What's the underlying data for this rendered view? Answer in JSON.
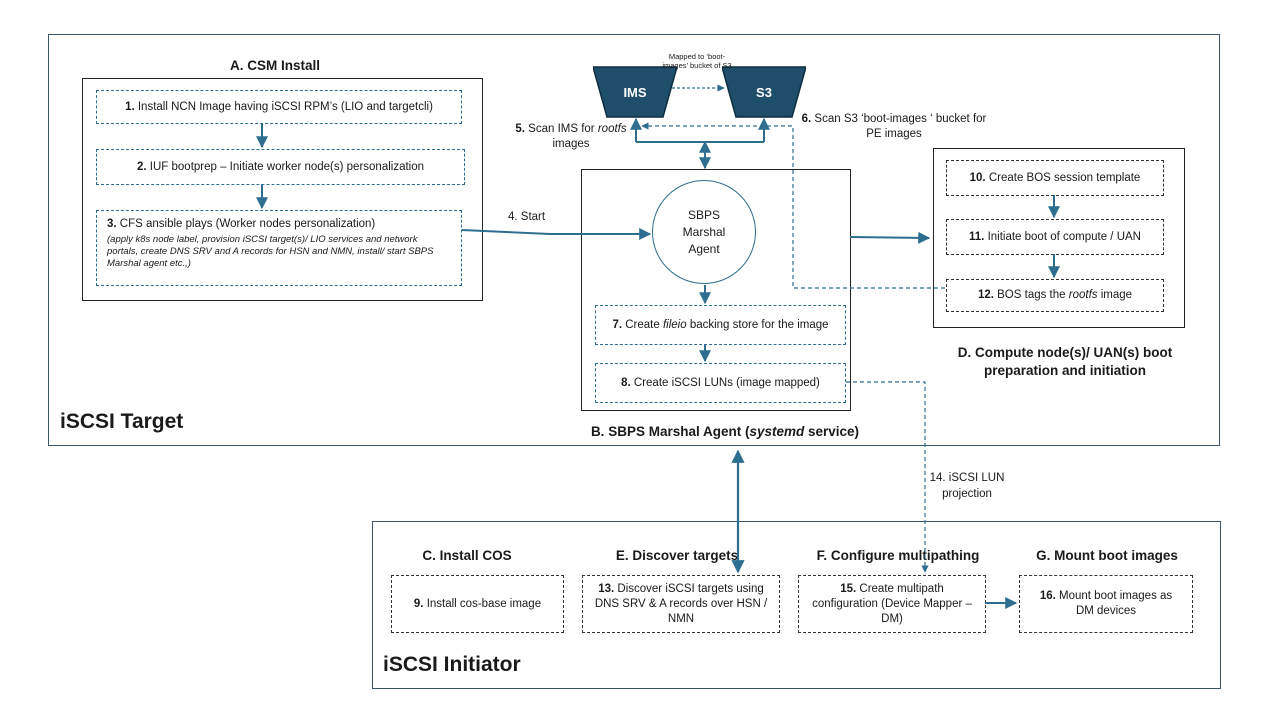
{
  "target": {
    "title": "iSCSI Target"
  },
  "initiator": {
    "title": "iSCSI Initiator"
  },
  "csm": {
    "title": "A. CSM Install",
    "step1_num": "1.",
    "step1_text": "Install NCN Image having iSCSI RPM’s (LIO and targetcli)",
    "step2_num": "2.",
    "step2_text": "IUF bootprep – Initiate worker node(s) personalization",
    "step3_num": "3.",
    "step3_text": "CFS ansible plays (Worker nodes personalization)",
    "step3_detail": "(apply k8s node label, provision iSCSI target(s)/ LIO services and network portals, create DNS SRV and A records for HSN and NMN, install/ start SBPS Marshal agent etc.,)"
  },
  "store": {
    "ims": "IMS",
    "s3": "S3",
    "mapping_note": "Mapped to ‘boot-images’ bucket of S3",
    "step5_num": "5.",
    "step5_pre": "Scan IMS for ",
    "step5_em": "rootfs",
    "step5_post": "images",
    "step6_num": "6.",
    "step6_text": "Scan S3 ‘boot-images ‘ bucket for PE images"
  },
  "marshal": {
    "circle_label": "SBPS Marshal Agent",
    "step4": "4. Start",
    "step7_num": "7.",
    "step7_pre": "Create ",
    "step7_em": "fileio",
    "step7_post": " backing store for the image",
    "step8_num": "8.",
    "step8_text": "Create iSCSI LUNs (image mapped)",
    "caption_pre": "B. SBPS Marshal Agent (",
    "caption_em": "systemd",
    "caption_post": " service)"
  },
  "bos": {
    "step10_num": "10.",
    "step10_text": "Create BOS session template",
    "step11_num": "11.",
    "step11_text": "Initiate boot of compute / UAN",
    "step12_num": "12.",
    "step12_pre": "BOS tags the ",
    "step12_em": "rootfs",
    "step12_post": " image",
    "caption": "D. Compute node(s)/ UAN(s) boot preparation and initiation"
  },
  "projection": {
    "label": "14. iSCSI LUN projection"
  },
  "cos": {
    "title": "C. Install COS",
    "step9_num": "9.",
    "step9_text": "Install cos-base image"
  },
  "discover": {
    "title": "E. Discover targets",
    "step13_num": "13.",
    "step13_text": "Discover iSCSI targets using DNS SRV & A records over HSN / NMN"
  },
  "multipath": {
    "title": "F. Configure multipathing",
    "step15_num": "15.",
    "step15_text": "Create multipath configuration (Device Mapper – DM)"
  },
  "mount": {
    "title": "G. Mount boot images",
    "step16_num": "16.",
    "step16_text": "Mount boot images as DM devices"
  },
  "colors": {
    "accent": "#2e6e8e",
    "store_fill": "#1f4e6b",
    "border": "#3b5566"
  }
}
